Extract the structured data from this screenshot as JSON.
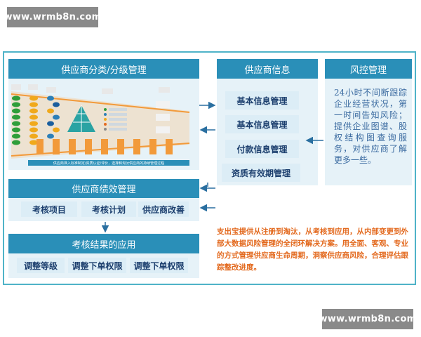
{
  "watermark": {
    "top": "www.wrmb8n.com",
    "bottom": "www.wrmb8n.com"
  },
  "classification": {
    "title": "供应商分类/分级管理",
    "caption": "供应商准入标准制定/资质认证/评价，选择和淘汰供应商的持续管理过程"
  },
  "info": {
    "title": "供应商信息",
    "items": [
      "基本信息管理",
      "基本信息管理",
      "付款信息管理",
      "资质有效期管理"
    ]
  },
  "risk": {
    "title": "风控管理",
    "text": "24小时不间断跟踪企业经营状况，第一时间告知风险；提供企业图谱、股权结构图查询服务，对供应商了解更多一些。"
  },
  "performance": {
    "title": "供应商绩效管理",
    "items": [
      "考核项目",
      "考核计划",
      "供应商改善"
    ]
  },
  "results": {
    "title": "考核结果的应用",
    "items": [
      "调整等级",
      "调整下单权限",
      "调整下单权限"
    ]
  },
  "summary": "支出宝提供从注册到淘汰，从考核到应用，从内部变更到外部大数据风险管理的全闭环解决方案。用全面、客观、专业的方式管理供应商生命周期，洞察供应商风险，合理评估跟踪整改进度。",
  "colors": {
    "accent": "#2a8fb8",
    "frame": "#4fb3c8",
    "highlight": "#e36a1f",
    "panel": "#e6f2f8"
  }
}
